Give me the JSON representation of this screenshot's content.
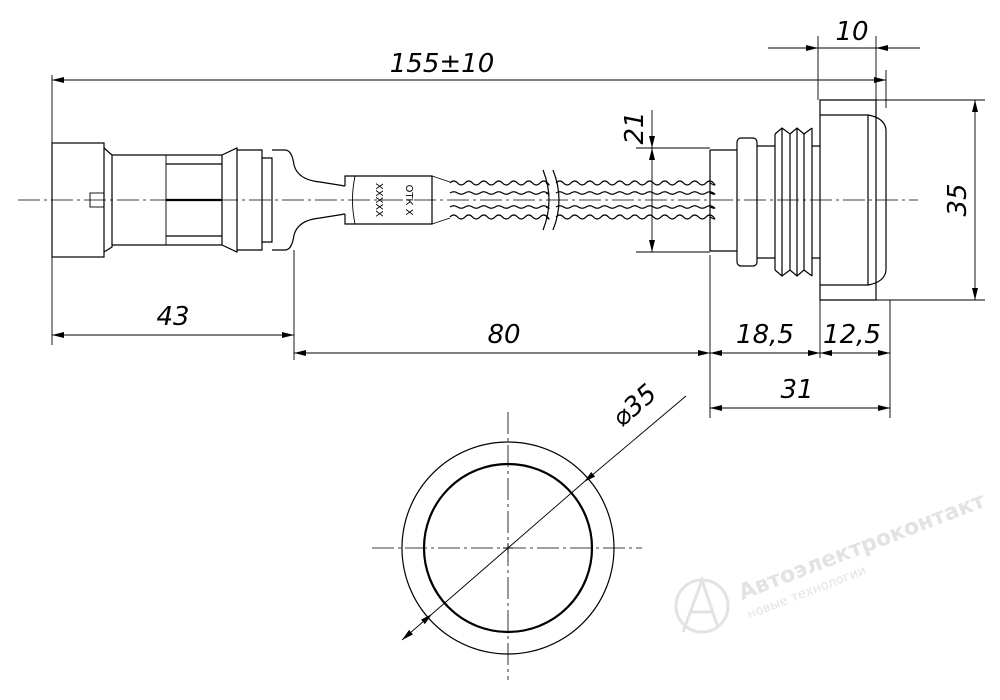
{
  "dimensions": {
    "overall_length": "155±10",
    "cap_length": "10",
    "height": "35",
    "thread": "21",
    "connector_length": "43",
    "cable_length": "80",
    "body_part_a": "18,5",
    "body_part_b": "12,5",
    "body_total": "31",
    "diameter": "⌀35"
  },
  "markings": {
    "label_1": "XXXXX",
    "label_2": "ОТК Х"
  },
  "watermark": {
    "company": "Автоэлектроконтакт",
    "tagline": "новые технологии"
  }
}
